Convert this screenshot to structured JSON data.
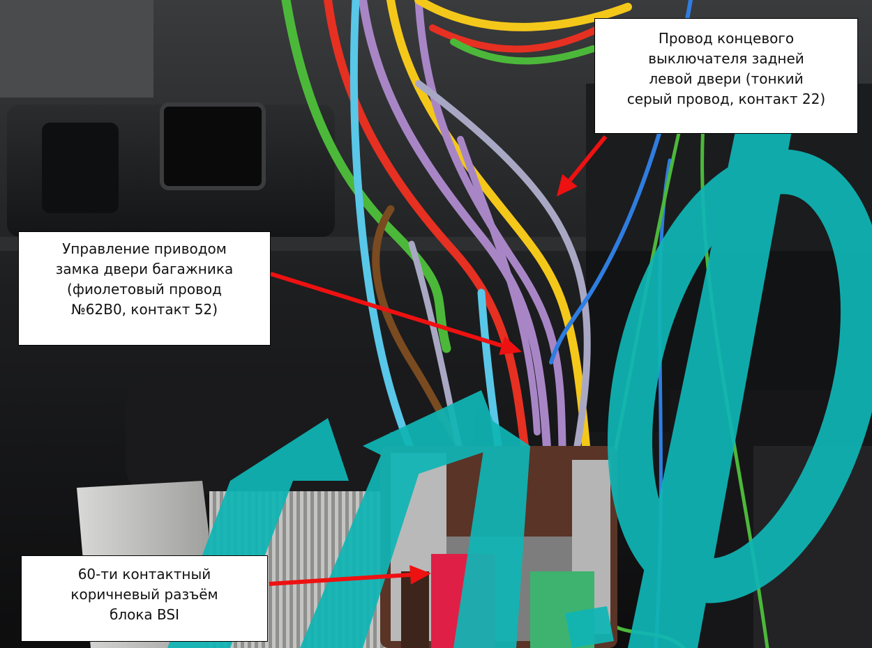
{
  "colors": {
    "arrow": "#ee1111",
    "watermark": "#10b5b5",
    "wire_gray": "#a9a8c4",
    "wire_violet": "#a886c6",
    "wire_red": "#e63022",
    "wire_yellow": "#f4c81a",
    "wire_green": "#4cb83a",
    "wire_brown": "#7a4a20",
    "wire_blue": "#2f7de0",
    "wire_cyan": "#59c7e8",
    "connector_brown": "#5a3426",
    "connector_red": "#e01f46",
    "connector_green": "#3db36f"
  },
  "watermark": {
    "text": "гп.ф"
  },
  "callouts": [
    {
      "id": "door-switch",
      "lines": [
        "Провод концевого",
        "выключателя задней",
        "левой двери (тонкий",
        "серый провод, контакт 22)"
      ]
    },
    {
      "id": "trunk-lock",
      "lines": [
        "Управление приводом",
        "замка двери багажника",
        "(фиолетовый провод",
        "№62B0, контакт 52)"
      ]
    },
    {
      "id": "bsi-connector",
      "lines": [
        "60-ти контактный",
        "коричневый разъём",
        "блока BSI"
      ]
    }
  ]
}
